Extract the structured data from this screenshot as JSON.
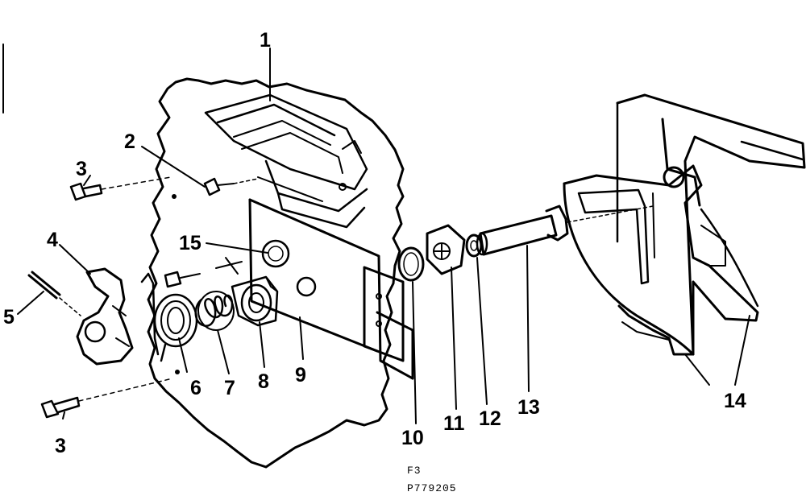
{
  "callouts": {
    "c1": "1",
    "c2": "2",
    "c3a": "3",
    "c3b": "3",
    "c4": "4",
    "c5": "5",
    "c6": "6",
    "c7": "7",
    "c8": "8",
    "c9": "9",
    "c10": "10",
    "c11": "11",
    "c12": "12",
    "c13": "13",
    "c14": "14",
    "c15": "15"
  },
  "footer": {
    "fig": "F3",
    "part_code": "P779205"
  }
}
